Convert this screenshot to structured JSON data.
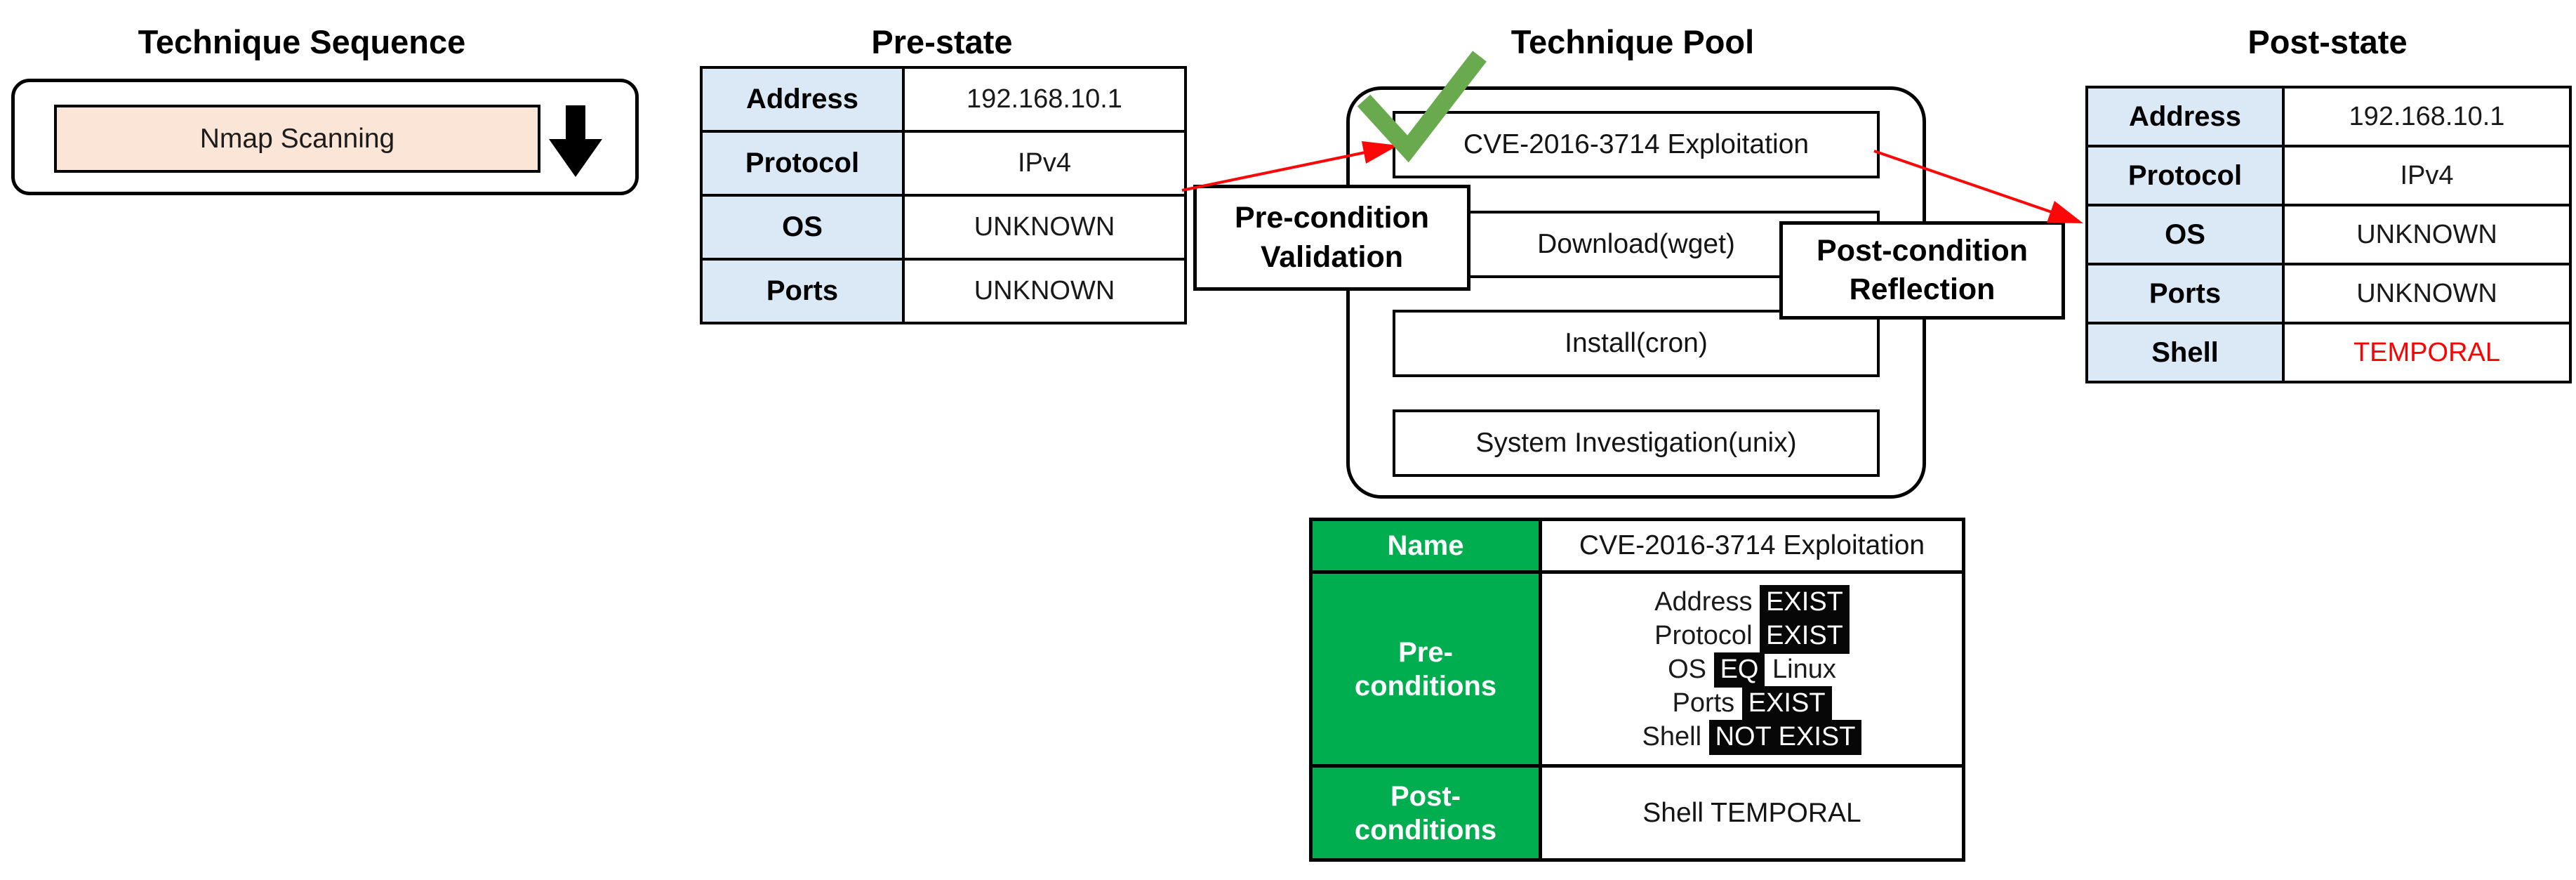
{
  "titles": {
    "sequence": "Technique Sequence",
    "pre_state": "Pre-state",
    "pool": "Technique Pool",
    "post_state": "Post-state"
  },
  "sequence": {
    "steps": [
      "Nmap Scanning"
    ]
  },
  "pre_state": {
    "rows": [
      {
        "label": "Address",
        "value": "192.168.10.1"
      },
      {
        "label": "Protocol",
        "value": "IPv4"
      },
      {
        "label": "OS",
        "value": "UNKNOWN"
      },
      {
        "label": "Ports",
        "value": "UNKNOWN"
      }
    ]
  },
  "pool": {
    "techniques": [
      "CVE-2016-3714 Exploitation",
      "Download(wget)",
      "Install(cron)",
      "System Investigation(unix)"
    ],
    "selected": "CVE-2016-3714 Exploitation"
  },
  "post_state": {
    "rows": [
      {
        "label": "Address",
        "value": "192.168.10.1"
      },
      {
        "label": "Protocol",
        "value": "IPv4"
      },
      {
        "label": "OS",
        "value": "UNKNOWN"
      },
      {
        "label": "Ports",
        "value": "UNKNOWN"
      },
      {
        "label": "Shell",
        "value": "TEMPORAL",
        "value_color": "#FF0000"
      }
    ]
  },
  "annotations": {
    "pre": "Pre-condition Validation",
    "post": "Post-condition Reflection"
  },
  "detail": {
    "name_label": "Name",
    "name_value": "CVE-2016-3714 Exploitation",
    "pre_label": "Pre-\nconditions",
    "post_label": "Post-\nconditions",
    "pre_conditions": [
      {
        "parts": [
          {
            "t": "Address ",
            "hl": false
          },
          {
            "t": "EXIST",
            "hl": true
          }
        ]
      },
      {
        "parts": [
          {
            "t": "Protocol ",
            "hl": false
          },
          {
            "t": "EXIST",
            "hl": true
          }
        ]
      },
      {
        "parts": [
          {
            "t": "OS ",
            "hl": false
          },
          {
            "t": "EQ",
            "hl": true
          },
          {
            "t": " Linux",
            "hl": false
          }
        ]
      },
      {
        "parts": [
          {
            "t": "Ports ",
            "hl": false
          },
          {
            "t": "EXIST",
            "hl": true
          }
        ]
      },
      {
        "parts": [
          {
            "t": "Shell ",
            "hl": false
          },
          {
            "t": "NOT EXIST",
            "hl": true
          }
        ]
      }
    ],
    "post_conditions": "Shell TEMPORAL"
  },
  "colors": {
    "label_blue": "#DBE8F6",
    "step_peach": "#FBE5D6",
    "detail_green": "#00AE50",
    "check_green": "#6AAA4E",
    "arrow_red": "#FB0707",
    "temporal_red": "#FF0000",
    "highlight_black": "#070707"
  }
}
